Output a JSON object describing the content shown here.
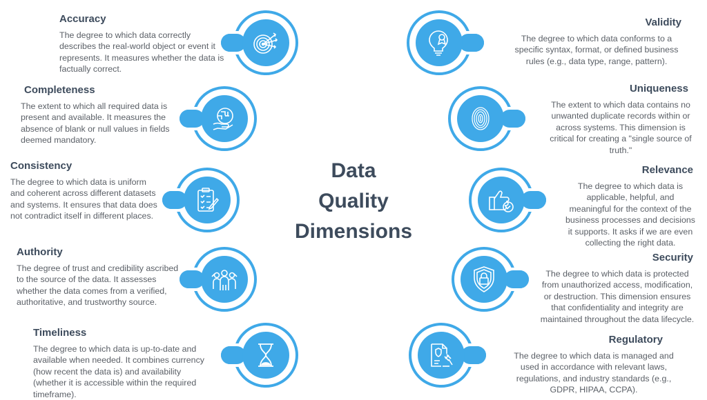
{
  "title": [
    "Data",
    "Quality",
    "Dimensions"
  ],
  "colors": {
    "accent": "#3fa9e8",
    "heading": "#3d4b5c",
    "body": "#5a5f66"
  },
  "left": [
    {
      "name": "Accuracy",
      "icon": "target-icon",
      "text": "The degree to which data correctly describes the real-world object or event it represents. It measures whether the data is factually correct."
    },
    {
      "name": "Completeness",
      "icon": "puzzle-hand-icon",
      "text": "The extent to which all required data is present and available. It measures the absence of blank or null values in fields deemed mandatory."
    },
    {
      "name": "Consistency",
      "icon": "checklist-icon",
      "text": "The degree to which data is uniform and coherent across different datasets and systems. It ensures that data does not contradict itself in different places."
    },
    {
      "name": "Authority",
      "icon": "people-group-icon",
      "text": "The degree of trust and credibility ascribed to the source of the data. It assesses whether the data comes from a verified, authoritative, and trustworthy source."
    },
    {
      "name": "Timeliness",
      "icon": "hourglass-icon",
      "text": "The degree to which data is up-to-date and available when needed. It combines currency (how recent the data is) and availability (whether it is accessible within the required timeframe)."
    }
  ],
  "right": [
    {
      "name": "Validity",
      "icon": "lightbulb-badge-icon",
      "text": "The degree to which data conforms to a specific syntax, format, or defined business rules (e.g., data type, range, pattern)."
    },
    {
      "name": "Uniqueness",
      "icon": "fingerprint-icon",
      "text": "The extent to which data contains no unwanted duplicate records within or across systems. This dimension is critical for creating a \"single source of truth.\""
    },
    {
      "name": "Relevance",
      "icon": "thumbs-up-check-icon",
      "text": "The degree to which data is applicable, helpful, and meaningful for the context of the business processes and decisions it supports. It asks if we are even collecting the right data."
    },
    {
      "name": "Security",
      "icon": "shield-lock-icon",
      "text": "The degree to which data is protected from unauthorized access, modification, or destruction. This dimension ensures that confidentiality and integrity are maintained throughout the data lifecycle."
    },
    {
      "name": "Regulatory",
      "icon": "document-gavel-icon",
      "text": "The degree to which data is managed and used in accordance with relevant laws, regulations, and industry standards (e.g., GDPR, HIPAA, CCPA)."
    }
  ]
}
